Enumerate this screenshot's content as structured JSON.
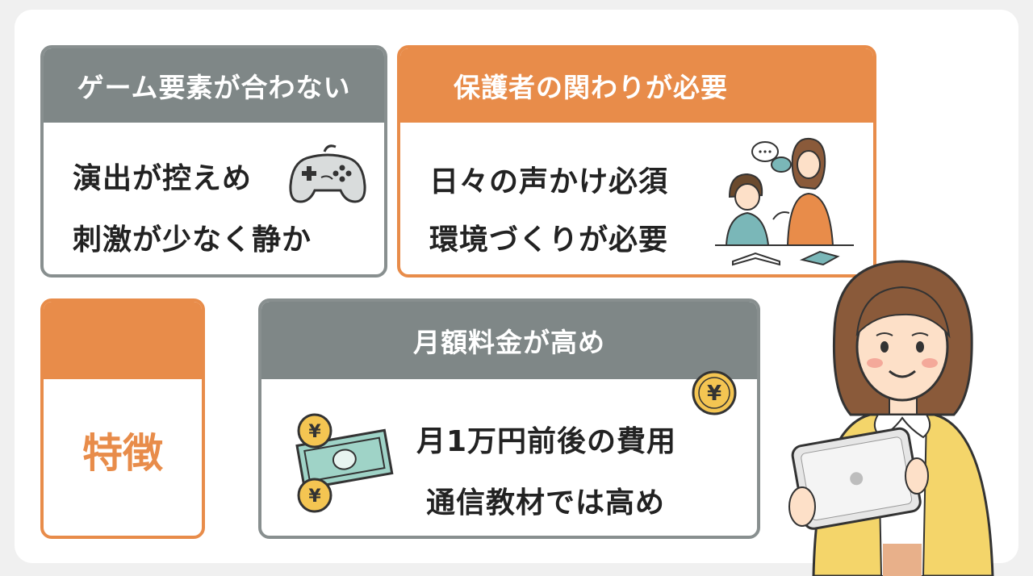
{
  "cards": {
    "game": {
      "title": "ゲーム要素が合わない",
      "lines": [
        "演出が控えめ",
        "刺激が少なく静か"
      ]
    },
    "guardian": {
      "title": "保護者の関わりが必要",
      "lines": [
        "日々の声かけ必須",
        "環境づくりが必要"
      ]
    },
    "feature": {
      "label": "特徴"
    },
    "cost": {
      "title": "月額料金が高め",
      "lines": [
        "月1万円前後の費用",
        "通信教材では高め"
      ]
    }
  },
  "icons": [
    "game-controller-icon",
    "parent-child-study-illustration",
    "yen-coin-icon",
    "banknote-icon",
    "woman-with-tablet-illustration"
  ],
  "colors": {
    "orange": "#e88c4a",
    "gray": "#7f8787",
    "text": "#222222"
  }
}
